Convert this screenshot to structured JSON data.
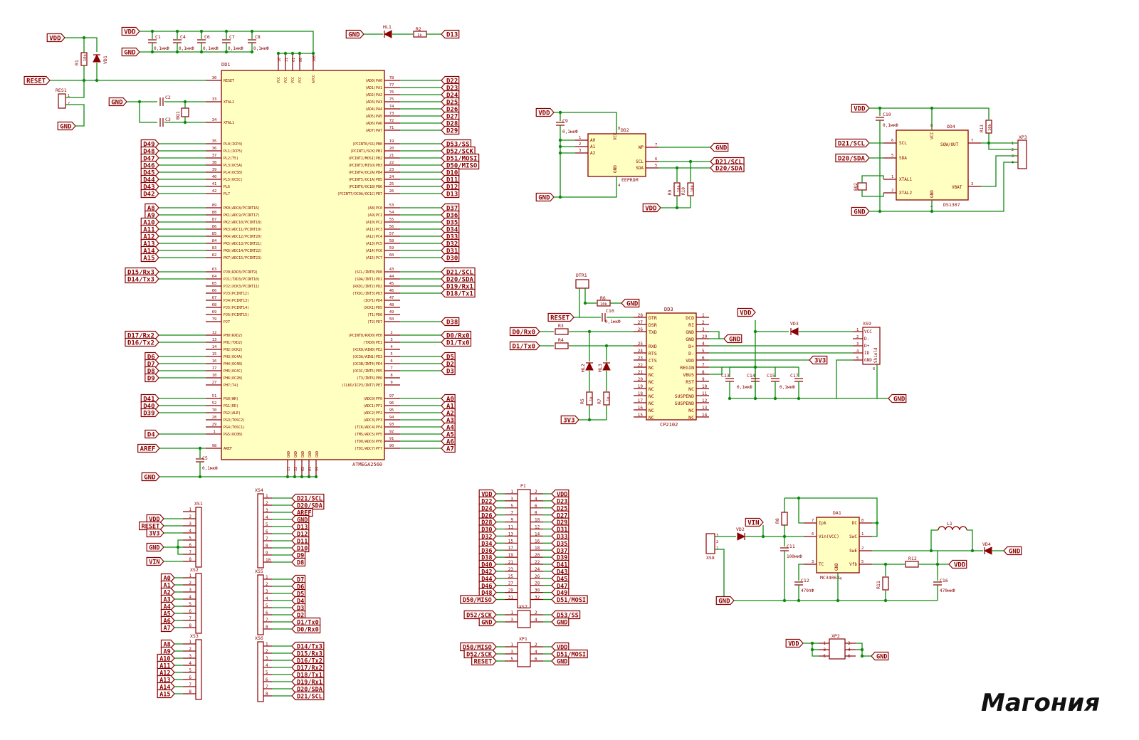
{
  "brand": "Магония",
  "power": {
    "vdd": "VDD",
    "gnd": "GND",
    "reset": "RESET",
    "aref": "AREF",
    "vin": "VIN",
    "v33": "3V3"
  },
  "mcu": {
    "ref": "DD1",
    "part": "ATMEGA2560",
    "left_pins": [
      {
        "num": "30",
        "name": "RESET"
      },
      {
        "num": "33",
        "name": "XTAL2"
      },
      {
        "num": "34",
        "name": "XTAL1"
      },
      {
        "num": "35",
        "name": "PL0(ICP4)",
        "net": "D49"
      },
      {
        "num": "36",
        "name": "PL1(ICP5)",
        "net": "D48"
      },
      {
        "num": "37",
        "name": "PL2(T5)",
        "net": "D47"
      },
      {
        "num": "38",
        "name": "PL3(OC5A)",
        "net": "D46"
      },
      {
        "num": "39",
        "name": "PL4(OC5B)",
        "net": "D45"
      },
      {
        "num": "40",
        "name": "PL5(OC5C)",
        "net": "D44"
      },
      {
        "num": "41",
        "name": "PL6",
        "net": "D43"
      },
      {
        "num": "42",
        "name": "PL7",
        "net": "D42"
      },
      {
        "num": "89",
        "name": "PK0(ADC8/PCINT16)",
        "net": "A8"
      },
      {
        "num": "88",
        "name": "PK1(ADC9/PCINT17)",
        "net": "A9"
      },
      {
        "num": "87",
        "name": "PK2(ADC10/PCINT18)",
        "net": "A10"
      },
      {
        "num": "86",
        "name": "PK3(ADC11/PCINT19)",
        "net": "A11"
      },
      {
        "num": "85",
        "name": "PK4(ADC12/PCINT20)",
        "net": "A12"
      },
      {
        "num": "84",
        "name": "PK5(ADC13/PCINT21)",
        "net": "A13"
      },
      {
        "num": "83",
        "name": "PK6(ADC14/PCINT22)",
        "net": "A14"
      },
      {
        "num": "82",
        "name": "PK7(ADC15/PCINT23)",
        "net": "A15"
      },
      {
        "num": "63",
        "name": "PJ0(RXD3/PCINT9)",
        "net": "D15/Rx3"
      },
      {
        "num": "64",
        "name": "PJ1(TXD3/PCINT10)",
        "net": "D14/Tx3"
      },
      {
        "num": "65",
        "name": "PJ2(XCK3/PCINT11)"
      },
      {
        "num": "66",
        "name": "PJ3(PCINT12)"
      },
      {
        "num": "67",
        "name": "PJ4(PCINT13)"
      },
      {
        "num": "68",
        "name": "PJ5(PCINT14)"
      },
      {
        "num": "69",
        "name": "PJ6(PCINT15)"
      },
      {
        "num": "79",
        "name": "PJ7"
      },
      {
        "num": "12",
        "name": "PH0(RXD2)",
        "net": "D17/Rx2"
      },
      {
        "num": "13",
        "name": "PH1(TXD2)",
        "net": "D16/Tx2"
      },
      {
        "num": "14",
        "name": "PH2(XCK2)"
      },
      {
        "num": "15",
        "name": "PH3(OC4A)",
        "net": "D6"
      },
      {
        "num": "16",
        "name": "PH4(OC4B)",
        "net": "D7"
      },
      {
        "num": "17",
        "name": "PH5(OC4C)",
        "net": "D8"
      },
      {
        "num": "18",
        "name": "PH6(OC2B)",
        "net": "D9"
      },
      {
        "num": "27",
        "name": "PH7(T4)"
      },
      {
        "num": "51",
        "name": "PG0(WR)",
        "net": "D41"
      },
      {
        "num": "52",
        "name": "PG1(RD)",
        "net": "D40"
      },
      {
        "num": "70",
        "name": "PG2(ALE)",
        "net": "D39"
      },
      {
        "num": "28",
        "name": "PG3(TOSC2)"
      },
      {
        "num": "29",
        "name": "PG4(TOSC1)"
      },
      {
        "num": "1",
        "name": "PG5(OC0B)",
        "net": "D4"
      },
      {
        "num": "98",
        "name": "AREF"
      }
    ],
    "right_pins": [
      {
        "num": "78",
        "name": "(AD0)PA0",
        "net": "D22"
      },
      {
        "num": "77",
        "name": "(AD1)PA1",
        "net": "D23"
      },
      {
        "num": "76",
        "name": "(AD2)PA2",
        "net": "D24"
      },
      {
        "num": "75",
        "name": "(AD3)PA3",
        "net": "D25"
      },
      {
        "num": "74",
        "name": "(AD4)PA4",
        "net": "D26"
      },
      {
        "num": "73",
        "name": "(AD5)PA5",
        "net": "D27"
      },
      {
        "num": "72",
        "name": "(AD6)PA6",
        "net": "D28"
      },
      {
        "num": "71",
        "name": "(AD7)PA7",
        "net": "D29"
      },
      {
        "num": "19",
        "name": "(PCINT0/SS)PB0",
        "net": "D53/SS"
      },
      {
        "num": "20",
        "name": "(PCINT1/SCK)PB1",
        "net": "D52/SCK"
      },
      {
        "num": "21",
        "name": "(PCINT2/MOSI)PB2",
        "net": "D51/MOSI"
      },
      {
        "num": "22",
        "name": "(PCINT3/MISO)PB3",
        "net": "D50/MISO"
      },
      {
        "num": "23",
        "name": "(PCINT4/OC2A)PB4",
        "net": "D10"
      },
      {
        "num": "24",
        "name": "(PCINT5/OC1A)PB5",
        "net": "D11"
      },
      {
        "num": "25",
        "name": "(PCINT6/OC1B)PB6",
        "net": "D12"
      },
      {
        "num": "26",
        "name": "(PCINT7/OC0A/OC1C)PB7",
        "net": "D13"
      },
      {
        "num": "53",
        "name": "(A8)PC0",
        "net": "D37"
      },
      {
        "num": "54",
        "name": "(A9)PC1",
        "net": "D36"
      },
      {
        "num": "55",
        "name": "(A10)PC2",
        "net": "D35"
      },
      {
        "num": "56",
        "name": "(A11)PC3",
        "net": "D34"
      },
      {
        "num": "57",
        "name": "(A12)PC4",
        "net": "D33"
      },
      {
        "num": "58",
        "name": "(A13)PC5",
        "net": "D32"
      },
      {
        "num": "59",
        "name": "(A14)PC6",
        "net": "D31"
      },
      {
        "num": "60",
        "name": "(A15)PC7",
        "net": "D30"
      },
      {
        "num": "43",
        "name": "(SCL/INT0)PD0",
        "net": "D21/SCL"
      },
      {
        "num": "44",
        "name": "(SDA/INT1)PD1",
        "net": "D20/SDA"
      },
      {
        "num": "45",
        "name": "(RXD1/INT2)PD2",
        "net": "D19/Rx1"
      },
      {
        "num": "46",
        "name": "(TXD1/INT3)PD3",
        "net": "D18/Tx1"
      },
      {
        "num": "47",
        "name": "(ICP1)PD4"
      },
      {
        "num": "48",
        "name": "(XCK1)PD5"
      },
      {
        "num": "49",
        "name": "(T1)PD6"
      },
      {
        "num": "50",
        "name": "(T2)PD7",
        "net": "D38"
      },
      {
        "num": "2",
        "name": "(PCINT8/RXD0)PE0",
        "net": "D0/Rx0"
      },
      {
        "num": "3",
        "name": "(TXD0)PE1",
        "net": "D1/Tx0"
      },
      {
        "num": "4",
        "name": "(XCK0/AIN0)PE2"
      },
      {
        "num": "5",
        "name": "(OC3A/AIN1)PE3",
        "net": "D5"
      },
      {
        "num": "6",
        "name": "(OC3B/INT4)PE4",
        "net": "D2"
      },
      {
        "num": "7",
        "name": "(OC3C/INT5)PE5",
        "net": "D3"
      },
      {
        "num": "8",
        "name": "(T3/INT6)PE6"
      },
      {
        "num": "9",
        "name": "(CLKO/ICP3/INT7)PE7"
      },
      {
        "num": "97",
        "name": "(ADC0)PF0",
        "net": "A0"
      },
      {
        "num": "96",
        "name": "(ADC1)PF1",
        "net": "A1"
      },
      {
        "num": "95",
        "name": "(ADC2)PF2",
        "net": "A2"
      },
      {
        "num": "94",
        "name": "(ADC3)PF3",
        "net": "A3"
      },
      {
        "num": "93",
        "name": "(TCK/ADC4)PF4",
        "net": "A4"
      },
      {
        "num": "92",
        "name": "(TMS/ADC5)PF5",
        "net": "A5"
      },
      {
        "num": "91",
        "name": "(TDO/ADC6)PF6",
        "net": "A6"
      },
      {
        "num": "90",
        "name": "(TDI/ADC7)PF7",
        "net": "A7"
      }
    ],
    "top_pins": [
      {
        "num": "10",
        "name": "VCC"
      },
      {
        "num": "31",
        "name": "VCC"
      },
      {
        "num": "61",
        "name": "VCC"
      },
      {
        "num": "80",
        "name": "VCC"
      },
      {
        "num": "100",
        "name": "AVCC"
      }
    ],
    "bottom_pins": [
      {
        "num": "11",
        "name": "GND"
      },
      {
        "num": "32",
        "name": "GND"
      },
      {
        "num": "62",
        "name": "GND"
      },
      {
        "num": "81",
        "name": "GND"
      },
      {
        "num": "99",
        "name": "GND"
      }
    ]
  },
  "decoupling": {
    "caps": [
      "C1",
      "C4",
      "C6",
      "C7",
      "C8"
    ],
    "value": "0,1мкФ"
  },
  "reset_circuit": {
    "r1": "R1",
    "r1_val": "10k",
    "vd1": "VD1",
    "res1": "RES1"
  },
  "crystal": {
    "c2": "C2",
    "c3": "C3",
    "q": "BQ1"
  },
  "aref_cap": {
    "ref": "C5",
    "value": "0,1мкФ"
  },
  "led": {
    "ref": "HL1",
    "r": "R2",
    "r_val": "1k",
    "net": "D13"
  },
  "eeprom": {
    "ref": "DD2",
    "part": "EEPROM",
    "c": "C9",
    "c_val": "0,1мкФ",
    "pins_left": [
      {
        "num": "1",
        "name": "A0"
      },
      {
        "num": "2",
        "name": "A1"
      },
      {
        "num": "3",
        "name": "A2"
      },
      {
        "num": "4",
        "name": "GND"
      }
    ],
    "pins_right": [
      {
        "num": "8",
        "name": "VCC"
      },
      {
        "num": "7",
        "name": "WP"
      },
      {
        "num": "6",
        "name": "SCL"
      },
      {
        "num": "5",
        "name": "SDA"
      }
    ],
    "r9": "R9",
    "r10": "R10",
    "r_val": "10k"
  },
  "rtc": {
    "ref": "DD4",
    "part": "DS1307",
    "c": "C10",
    "c_val": "0,1мкФ",
    "r13": "R13",
    "r13_val": "10k",
    "q": "BQ2",
    "xp": "XP3",
    "pins_left": [
      {
        "num": "6",
        "name": "SCL"
      },
      {
        "num": "5",
        "name": "SDA"
      },
      {
        "num": "1",
        "name": "XTAL1"
      },
      {
        "num": "2",
        "name": "XTAL2"
      }
    ],
    "pins_right": [
      {
        "num": "8",
        "name": "VCC"
      },
      {
        "num": "7",
        "name": "SQW/OUT"
      },
      {
        "num": "3",
        "name": "VBAT"
      },
      {
        "num": "4",
        "name": "GND"
      }
    ]
  },
  "usb": {
    "ref": "DD3",
    "part": "CP2102",
    "dtr": "DTR1",
    "r6": "R6",
    "r6_val": "10k",
    "c10": "C10",
    "c10_val": "0,1мкФ",
    "r3": "R3",
    "r4": "R4",
    "r5": "R5",
    "r7": "R7",
    "r_val": "1k",
    "hl2": "HL2",
    "hl3": "HL3",
    "vd3": "VD3",
    "xs9": "XS9",
    "pins_left": [
      {
        "num": "28",
        "name": "DTR"
      },
      {
        "num": "27",
        "name": "DSR"
      },
      {
        "num": "26",
        "name": "TXD"
      },
      {
        "num": "25",
        "name": "RXD"
      },
      {
        "num": "24",
        "name": "RTS"
      },
      {
        "num": "23",
        "name": "CTS"
      },
      {
        "num": "22",
        "name": "NC"
      },
      {
        "num": "21",
        "name": "NC"
      },
      {
        "num": "20",
        "name": "NC"
      },
      {
        "num": "19",
        "name": "NC"
      },
      {
        "num": "18",
        "name": "NC"
      },
      {
        "num": "17",
        "name": "NC"
      },
      {
        "num": "16",
        "name": "NC"
      },
      {
        "num": "15",
        "name": "NC"
      }
    ],
    "pins_right": [
      {
        "num": "1",
        "name": "DCD"
      },
      {
        "num": "2",
        "name": "RI"
      },
      {
        "num": "3",
        "name": "GND"
      },
      {
        "num": "29",
        "name": "GND"
      },
      {
        "num": "4",
        "name": "D+"
      },
      {
        "num": "5",
        "name": "D-"
      },
      {
        "num": "6",
        "name": "VDD"
      },
      {
        "num": "7",
        "name": "REGIN"
      },
      {
        "num": "8",
        "name": "VBUS"
      },
      {
        "num": "9",
        "name": "RST"
      },
      {
        "num": "10",
        "name": "NC"
      },
      {
        "num": "11",
        "name": "SUSPEND"
      },
      {
        "num": "12",
        "name": "SUSPEND"
      },
      {
        "num": "13",
        "name": "NC"
      },
      {
        "num": "14",
        "name": "NC"
      }
    ],
    "usb_pins": [
      "VCC",
      "D-",
      "D+",
      "ID",
      "GND"
    ],
    "shield": "Shield",
    "caps": [
      "C13",
      "C14",
      "C15",
      "C17"
    ],
    "cap_val": "0,1мкФ"
  },
  "regulator": {
    "ref": "DA1",
    "part": "MC34063",
    "l": "L1",
    "vd2": "VD2",
    "vd4": "VD4",
    "xs8": "XS8",
    "r8": "R8",
    "r11": "R11",
    "r12": "R12",
    "c11": "C11",
    "c11_val": "100мкФ",
    "c12": "C12",
    "c12_val": "470пФ",
    "c16": "C16",
    "c16_val": "470мкФ",
    "pins": [
      {
        "num": "7",
        "name": "Ipk"
      },
      {
        "num": "6",
        "name": "Vin(VCC)"
      },
      {
        "num": "3",
        "name": "TC"
      },
      {
        "num": "8",
        "name": "DC"
      },
      {
        "num": "1",
        "name": "SwC"
      },
      {
        "num": "2",
        "name": "SwE"
      },
      {
        "num": "5",
        "name": "Vfb"
      },
      {
        "num": "4",
        "name": "GND"
      }
    ]
  },
  "headers": {
    "xs1": {
      "ref": "XS1",
      "nets": [
        "VDD",
        "RESET",
        "3V3",
        "",
        "GND",
        "",
        "",
        "VIN"
      ]
    },
    "xs2": {
      "ref": "XS2",
      "nets": [
        "A0",
        "A1",
        "A2",
        "A3",
        "A4",
        "A5",
        "A6",
        "A7"
      ]
    },
    "xs3": {
      "ref": "XS3",
      "nets": [
        "A8",
        "A9",
        "A10",
        "A11",
        "A12",
        "A13",
        "A14",
        "A15"
      ]
    },
    "xs4": {
      "ref": "XS4",
      "nets": [
        "D21/SCL",
        "D20/SDA",
        "AREF",
        "GND",
        "D13",
        "D12",
        "D11",
        "D10",
        "D9",
        "D8"
      ]
    },
    "xs5": {
      "ref": "XS5",
      "nets": [
        "D7",
        "D6",
        "D5",
        "D4",
        "D3",
        "D2",
        "D1/Tx0",
        "D0/Rx0"
      ]
    },
    "xs6": {
      "ref": "XS6",
      "nets": [
        "D14/Tx3",
        "D15/Rx3",
        "D16/Tx2",
        "D17/Rx2",
        "D18/Tx1",
        "D19/Rx1",
        "D20/SDA",
        "D21/SCL"
      ]
    },
    "p1": {
      "ref": "P1",
      "left": [
        "VDD",
        "D22",
        "D24",
        "D26",
        "D28",
        "D30",
        "D32",
        "D34",
        "D36",
        "D38",
        "D40",
        "D42",
        "D44",
        "D46",
        "D48",
        "D50/MISO"
      ],
      "right": [
        "VDD",
        "D23",
        "D25",
        "D27",
        "D29",
        "D31",
        "D33",
        "D35",
        "D37",
        "D39",
        "D41",
        "D43",
        "D45",
        "D47",
        "D49",
        "D51/MOSI"
      ]
    },
    "xs7": {
      "ref": "XS7",
      "left": [
        "D52/SCK",
        "GND"
      ],
      "right": [
        "D53/SS",
        "GND"
      ]
    },
    "xp1": {
      "ref": "XP1",
      "left": [
        "D50/MISO",
        "D52/SCK",
        "RESET"
      ],
      "right": [
        "VDD",
        "D51/MOSI",
        "GND"
      ]
    },
    "xp2": {
      "ref": "XP2",
      "left_net": "VDD",
      "right_net": "GND"
    }
  }
}
